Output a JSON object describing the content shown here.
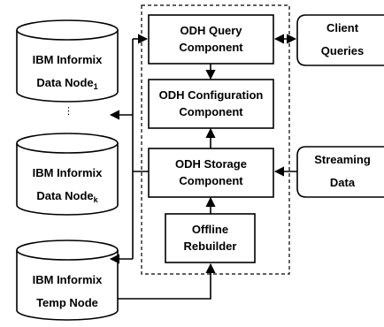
{
  "components": {
    "query": {
      "line1": "ODH Query",
      "line2": "Component"
    },
    "configuration": {
      "line1": "ODH Configuration",
      "line2": "Component"
    },
    "storage": {
      "line1": "ODH Storage",
      "line2": "Component"
    },
    "rebuilder": {
      "line1": "Offline",
      "line2": "Rebuilder"
    }
  },
  "external": {
    "client_queries": {
      "line1": "Client",
      "line2": "Queries"
    },
    "streaming_data": {
      "line1": "Streaming",
      "line2": "Data"
    }
  },
  "nodes": {
    "data_node_1": {
      "line1": "IBM Informix",
      "line2": "Data Node",
      "sub": "1"
    },
    "data_node_k": {
      "line1": "IBM Informix",
      "line2": "Data Node",
      "sub": "k"
    },
    "temp_node": {
      "line1": "IBM Informix",
      "line2": "Temp Node"
    }
  },
  "ellipsis": "⋮"
}
